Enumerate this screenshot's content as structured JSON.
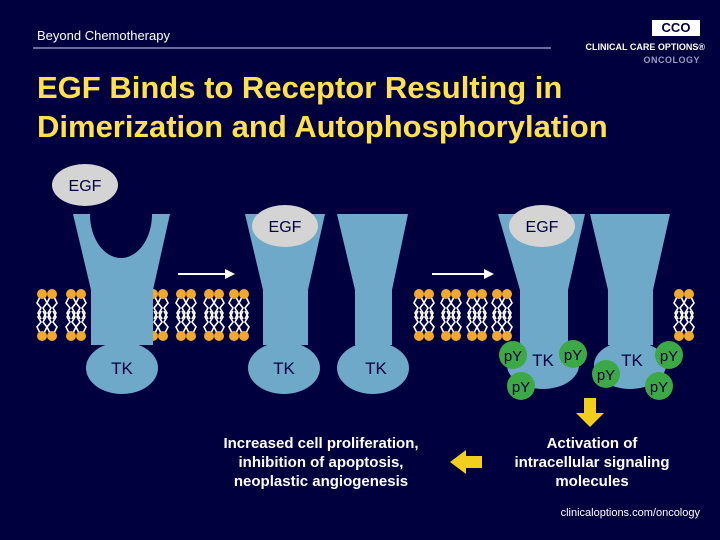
{
  "header": {
    "subtitle": "Beyond Chemotherapy",
    "logo_mark": "CCO",
    "logo_line1": "CLINICAL CARE OPTIONS®",
    "logo_line2": "ONCOLOGY"
  },
  "title": "EGF Binds to Receptor Resulting in Dimerization and Autophosphorylation",
  "labels": {
    "egf": "EGF",
    "tk": "TK",
    "py": "pY"
  },
  "outcomes": {
    "left": [
      "Increased cell proliferation,",
      "inhibition of apoptosis,",
      "neoplastic angiogenesis"
    ],
    "right": [
      "Activation of",
      "intracellular signaling",
      "molecules"
    ]
  },
  "footer": {
    "url": "clinicaloptions.com/oncology"
  },
  "colors": {
    "background": "#00003f",
    "title": "#ffe14d",
    "receptor": "#6ea9c9",
    "ligand": "#d4d4d4",
    "phosphate": "#3da846",
    "lipid_head": "#f0a830",
    "arrow": "#f2cf1e"
  }
}
